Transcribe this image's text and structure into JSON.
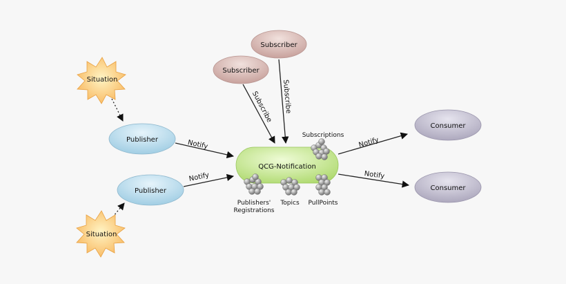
{
  "nodes": {
    "situation_top": "Situation",
    "situation_bottom": "Situation",
    "publisher_top": "Publisher",
    "publisher_bottom": "Publisher",
    "subscriber_left": "Subscriber",
    "subscriber_right": "Subscriber",
    "center": "QCG-Notification",
    "consumer_top": "Consumer",
    "consumer_bottom": "Consumer"
  },
  "edges": {
    "notify_pub_top": "Notify",
    "notify_pub_bottom": "Notify",
    "subscribe_left": "Subscribe",
    "subscribe_right": "Subscribe",
    "notify_cons_top": "Notify",
    "notify_cons_bottom": "Notify"
  },
  "components": {
    "subscriptions": "Subscriptions",
    "publishers_registrations_line1": "Publishers'",
    "publishers_registrations_line2": "Registrations",
    "topics": "Topics",
    "pullpoints": "PullPoints"
  },
  "colors": {
    "situation": "#f8c274",
    "publisher": "#b9dced",
    "subscriber": "#d3b2ae",
    "consumer": "#b8b4c6",
    "center": "#c6ea8a"
  }
}
